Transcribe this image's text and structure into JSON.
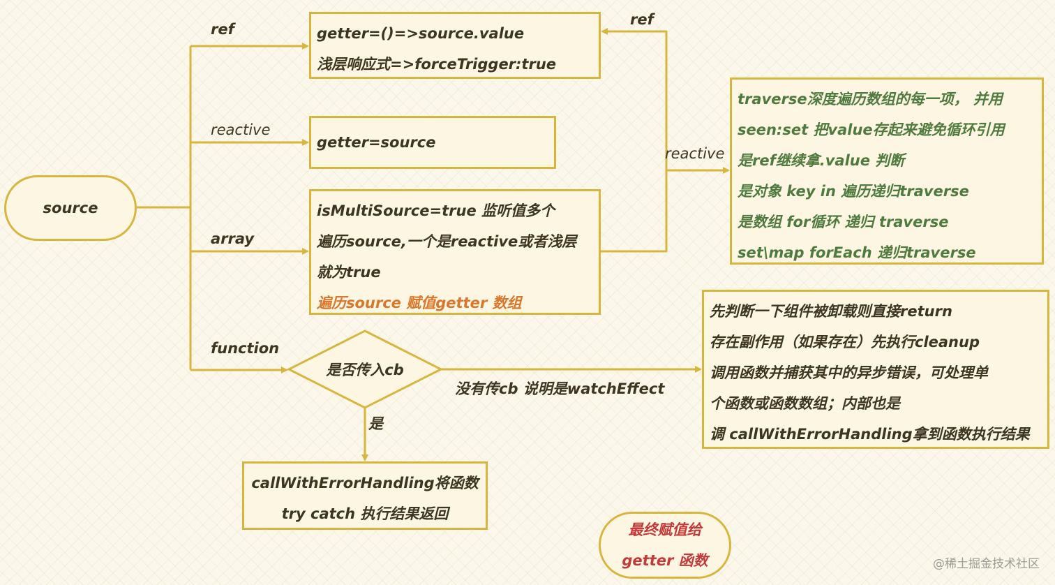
{
  "colors": {
    "stroke": "#d8b63e",
    "node_fill": "#fdf6e0",
    "text": "#3d3520",
    "green_text": "#4f7a3e",
    "orange_text": "#d9772c",
    "red_text": "#c23a3a"
  },
  "source_node": {
    "label": "source"
  },
  "ref_box": {
    "lines": [
      "getter=()=>source.value",
      "浅层响应式=>forceTrigger:true"
    ]
  },
  "reactive_box": {
    "lines": [
      "getter=source"
    ]
  },
  "array_box": {
    "lines": [
      "isMultiSource=true 监听值多个",
      "遍历source,一个是reactive或者浅层",
      "就为true",
      "遍历source 赋值getter 数组"
    ]
  },
  "traverse_box": {
    "lines": [
      "traverse深度遍历数组的每一项， 并用",
      "seen:set 把value存起来避免循环引用",
      "是ref继续拿.value 判断",
      "是对象 key in 遍历递归traverse",
      "是数组 for循环 递归 traverse",
      "set\\map forEach 递归traverse"
    ]
  },
  "cb_decision": {
    "label": "是否传入cb"
  },
  "watch_effect_box": {
    "lines": [
      "先判断一下组件被卸载则直接return",
      "存在副作用（如果存在）先执行cleanup",
      "调用函数并捕获其中的异步错误，可处理单",
      "个函数或函数数组；内部也是",
      "调 callWithErrorHandling拿到函数执行结果"
    ]
  },
  "cb_box": {
    "lines": [
      "callWithErrorHandling将函数",
      "try catch 执行结果返回"
    ]
  },
  "final_node": {
    "lines": [
      "最终赋值给",
      "getter 函数"
    ]
  },
  "edge_labels": {
    "ref": "ref",
    "reactive": "reactive",
    "array": "array",
    "function": "function",
    "ref_back": "ref",
    "reactive_side": "reactive",
    "no_cb": "没有传cb 说明是watchEffect",
    "yes": "是"
  },
  "watermark": "@稀土掘金技术社区"
}
